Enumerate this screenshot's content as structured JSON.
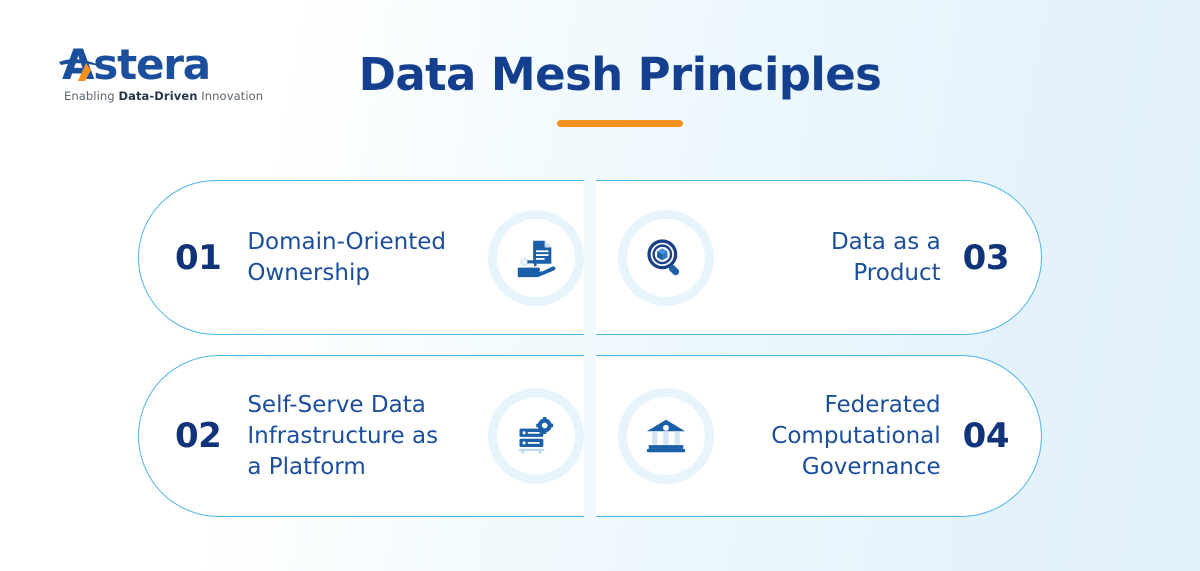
{
  "brand": {
    "name": "Astera",
    "tagline_prefix": "Enabling ",
    "tagline_bold": "Data-Driven",
    "tagline_suffix": " Innovation",
    "logo_icon": "astera-swoosh-logo",
    "wordmark_color": "#1b4f9c",
    "accent_color": "#f5911e"
  },
  "header": {
    "title": "Data Mesh Principles",
    "title_color": "#143f8f",
    "underline_color": "#f5911e"
  },
  "theme": {
    "background_from": "#ffffff",
    "background_to": "#e2f2fb",
    "card_border": "#4fb6e8",
    "card_fill": "#ffffff",
    "icon_badge_ring": "#e7f4fc",
    "number_color": "#10337a",
    "label_color": "#1b4f9c"
  },
  "cards": [
    {
      "number": "01",
      "label": "Domain-Oriented\nOwnership",
      "label_line1": "Domain-Oriented",
      "label_line2": "Ownership",
      "icon": "hand-holding-document-key-icon",
      "position": "top-left"
    },
    {
      "number": "02",
      "label": "Self-Serve Data\nInfrastructure as\na Platform",
      "label_line1": "Self-Serve Data",
      "label_line2": "Infrastructure as",
      "label_line3": "a Platform",
      "icon": "server-stack-gear-icon",
      "position": "bottom-left"
    },
    {
      "number": "03",
      "label": "Data as a\nProduct",
      "label_line1": "Data as a",
      "label_line2": "Product",
      "icon": "magnifier-cube-icon",
      "position": "top-right"
    },
    {
      "number": "04",
      "label": "Federated\nComputational\nGovernance",
      "label_line1": "Federated",
      "label_line2": "Computational",
      "label_line3": "Governance",
      "icon": "bank-institution-icon",
      "position": "bottom-right"
    }
  ]
}
